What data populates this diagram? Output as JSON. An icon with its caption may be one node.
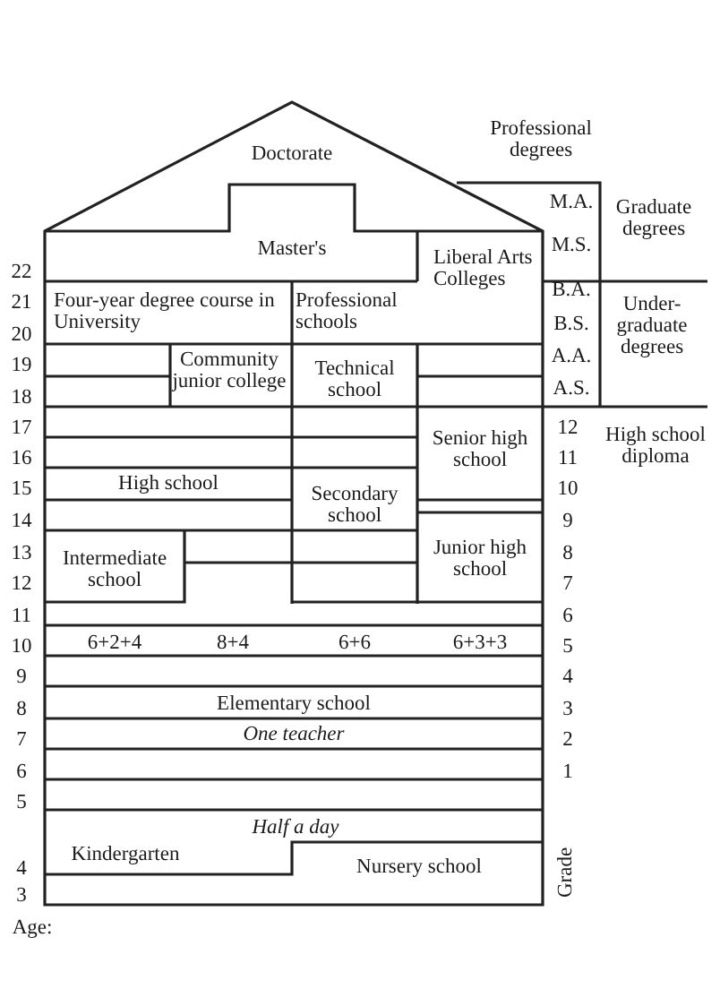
{
  "diagram": {
    "nodes": [
      {
        "text": [
          "Doctorate"
        ]
      },
      {
        "text": [
          "Master's"
        ]
      },
      {
        "text": [
          "Liberal Arts Colleges"
        ]
      },
      {
        "text": [
          "Four-year degree course in University"
        ]
      },
      {
        "text": [
          "Professional schools"
        ]
      },
      {
        "text": [
          "Community junior college"
        ]
      },
      {
        "text": [
          "Technical school"
        ]
      },
      {
        "text": [
          "Senior high school"
        ]
      },
      {
        "text": [
          "High school"
        ]
      },
      {
        "text": [
          "Secondary school"
        ]
      },
      {
        "text": [
          "Intermediate school"
        ]
      },
      {
        "text": [
          "Junior high school"
        ]
      },
      {
        "text": [
          "Elementary school"
        ]
      },
      {
        "text": [
          "Kindergarten"
        ]
      },
      {
        "text": [
          "Nursery school"
        ]
      }
    ],
    "labels": [
      "Professional degrees",
      "M.A.",
      "Graduate degrees",
      "M.S.",
      "22",
      "B.A.",
      "21",
      "Under-graduate degrees",
      "B.S.",
      "20",
      "A.A.",
      "19",
      "A.S.",
      "18",
      "17",
      "12",
      "High school diploma",
      "16",
      "11",
      "15",
      "10",
      "14",
      "9",
      "13",
      "8",
      "12",
      "7",
      "11",
      "6",
      "10",
      "6+2+4",
      "8+4",
      "6+6",
      "6+3+3",
      "5",
      "9",
      "4",
      "8",
      "3",
      "7",
      "One teacher",
      "2",
      "6",
      "1",
      "5",
      "Half a day",
      "4",
      "3",
      "Grade",
      "Age:"
    ]
  }
}
